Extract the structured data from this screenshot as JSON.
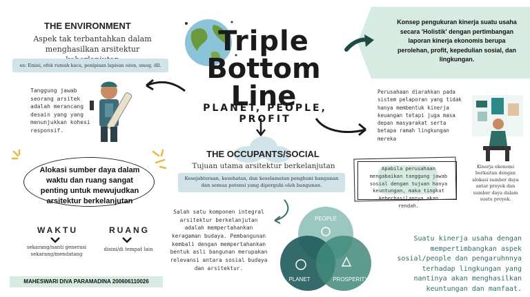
{
  "title": {
    "line1": "Triple",
    "line2": "Bottom Line",
    "tagline": "PLANET, PEOPLE, PROFIT"
  },
  "environment": {
    "heading": "THE ENVIRONMENT",
    "subtitle": "Aspek tak terbantahkan dalam menghasilkan arsitektur keberlanjutan",
    "examples": "ex: Emisi, efek rumah kaca, penipisan lapisan ozon, smog, dll.",
    "body": "Tanggung jawab seorang arsitek adalah merancang desain yang yang menunjukkan kohesi responsif."
  },
  "callout": {
    "text": "Konsep pengukuran kinerja suatu usaha secara 'Holistik' dengan pertimbangan laporan kinerja ekonomis berupa perolehan, profit, kepedulian sosial, dan lingkungan."
  },
  "company": {
    "text": "Perusahaan diarahkan pada sistem pelaporan yang tidak hanya membentuk kinerja keuangan tetapi juga masa depan masyarakat serta betapa ramah lingkungan mereka"
  },
  "economy": {
    "text": "Kinerja ekonomi berkaitan dengan alokasi sumber daya antar proyek dan sumber daya dalam suatu proyek."
  },
  "occupants": {
    "heading": "THE OCCUPANTS/SOCIAL",
    "subtitle": "Tujuan utama arsitektur berkelanjutan",
    "box": "Kesejahteraan, kesehatan, dan keselamatan penghuni bangunan dan semua potensi yang diperguhi oleh bangunan."
  },
  "framed": {
    "text": "Apabila perusahaan mengabaikan tanggung jawab sosial dengan tujuan hanya keuntungan, maka tingkat keberhasilannya akan rendah."
  },
  "resources": {
    "oval": "Alokasi sumber daya dalam waktu dan ruang sangat penting untuk mewujudkan arsitektur berkelanjutan",
    "waktu": "WAKTU",
    "waktu_sub": "sekarang/nanti generasi sekarang/mendatang",
    "ruang": "RUANG",
    "ruang_sub": "disini/di tempat lain"
  },
  "author": "MAHESWARI DIVA PARAMADINA 200606110026",
  "social": {
    "text": "Salah satu komponen integral arsitektur berkelanjutan adalah mempertahankan keragaman budaya. Pembangunan kembali dengan mempertahankan bentuk asli bangunan merupakan relevansi antara sosial budaya dan arsitektur."
  },
  "venn": {
    "people": "PEOPLE",
    "planet": "PLANET",
    "prosperity": "PROSPERITY"
  },
  "bottom_right": {
    "text": "Suatu kinerja usaha dengan mempertimbangkan aspek sosial/people dan pengaruhnnya terhadap lingkungan yang nantinya akan menghasilkan keuntungan dan manfaat."
  },
  "colors": {
    "mint": "#d6ebe2",
    "lightblue": "#cfe3e8",
    "teal": "#2d6f66",
    "dark": "#1b1b1b"
  },
  "icons": [
    "globe-icon",
    "worker-illustration",
    "laptop-worker-illustration",
    "cloud-icon",
    "sparkle-icon",
    "chevron-down-icon",
    "green-arrow-icon"
  ]
}
